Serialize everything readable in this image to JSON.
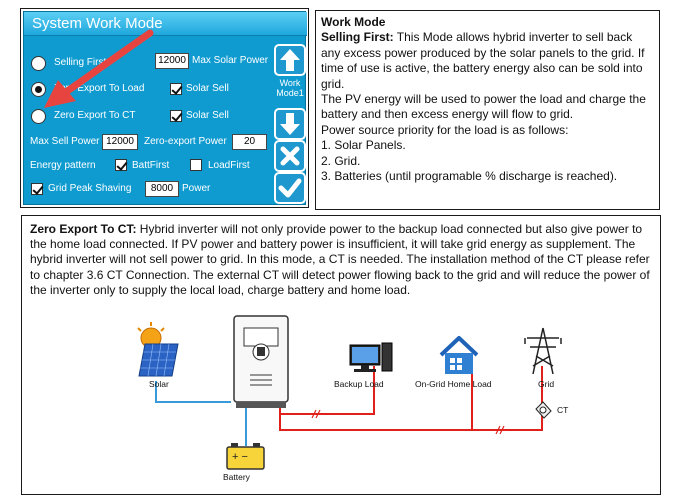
{
  "panel": {
    "title": "System Work Mode",
    "modes": [
      {
        "label": "Selling First",
        "selected": false
      },
      {
        "label": "Zero Export To Load",
        "selected": true
      },
      {
        "label": "Zero Export To CT",
        "selected": false
      }
    ],
    "max_solar_power_value": "12000",
    "max_solar_power_label": "Max Solar Power",
    "solar_sell_label": "Solar Sell",
    "max_sell_power_label": "Max Sell Power",
    "max_sell_power_value": "12000",
    "zero_export_power_label": "Zero-export Power",
    "zero_export_power_value": "20",
    "energy_pattern_label": "Energy pattern",
    "batt_first_label": "BattFirst",
    "load_first_label": "LoadFirst",
    "grid_peak_shaving_label": "Grid Peak Shaving",
    "grid_peak_value": "8000",
    "power_label": "Power",
    "work_mode_label": "Work Mode1",
    "colors": {
      "screen": "#0f9bd0",
      "title_bar": "#3fbfee",
      "arrow": "#e8443f"
    }
  },
  "work_mode": {
    "heading": "Work Mode",
    "selling_first_title": "Selling First:",
    "selling_first_text": " This Mode allows hybrid inverter to sell back any excess power produced by the solar panels to the grid. If time of use is active, the battery energy also can be sold into grid.",
    "pv_text": "The PV energy will be used to power the load and charge the battery and then excess energy will flow to grid.",
    "priority_text": "Power source priority for the load is as follows:",
    "priority_list": [
      "1. Solar Panels.",
      "2. Grid.",
      "3. Batteries (until programable % discharge is reached)."
    ]
  },
  "zero_export": {
    "title": "Zero Export To CT:",
    "text": " Hybrid inverter will not only provide power to the backup load connected but also give power to the home load connected. If PV power and battery power is insufficient, it will take grid energy as supplement. The hybrid inverter will not sell power to grid. In this mode, a CT is needed. The installation method of the CT please refer to chapter 3.6 CT Connection. The external CT will detect power flowing back to the grid and will reduce the power of the inverter only to supply the local load, charge battery and home load.",
    "diagram": {
      "solar_label": "Solar",
      "backup_load_label": "Backup Load",
      "home_load_label": "On-Grid Home Load",
      "grid_label": "Grid",
      "ct_label": "CT",
      "battery_label": "Battery",
      "colors": {
        "dc_line": "#3a9ad9",
        "ac_line": "#e0211b"
      }
    }
  }
}
